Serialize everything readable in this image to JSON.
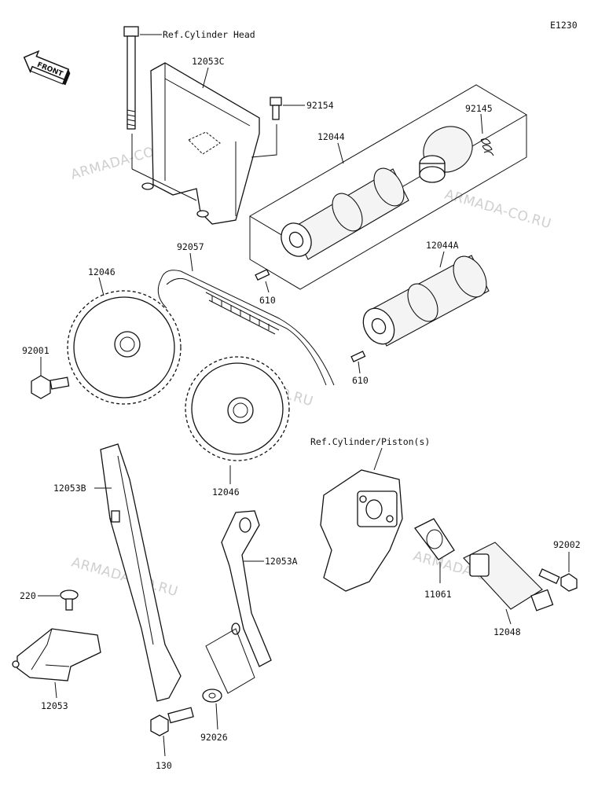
{
  "diagram_code": "E1230",
  "front_arrow_label": "FRONT",
  "watermark": "ARMADA-CO.RU",
  "labels": {
    "ref_cylinder_head": "Ref.Cylinder Head",
    "p12053C": "12053C",
    "p92154": "92154",
    "p12044": "12044",
    "p92145": "92145",
    "p92057": "92057",
    "p12046_top": "12046",
    "p610_top": "610",
    "p12044A": "12044A",
    "p92001": "92001",
    "p610_bottom": "610",
    "p12046_bottom": "12046",
    "ref_cylinder_piston": "Ref.Cylinder/Piston(s)",
    "p12053B": "12053B",
    "p12053A": "12053A",
    "p92002": "92002",
    "p11061": "11061",
    "p12048": "12048",
    "p220": "220",
    "p12053": "12053",
    "p92026": "92026",
    "p130": "130"
  }
}
